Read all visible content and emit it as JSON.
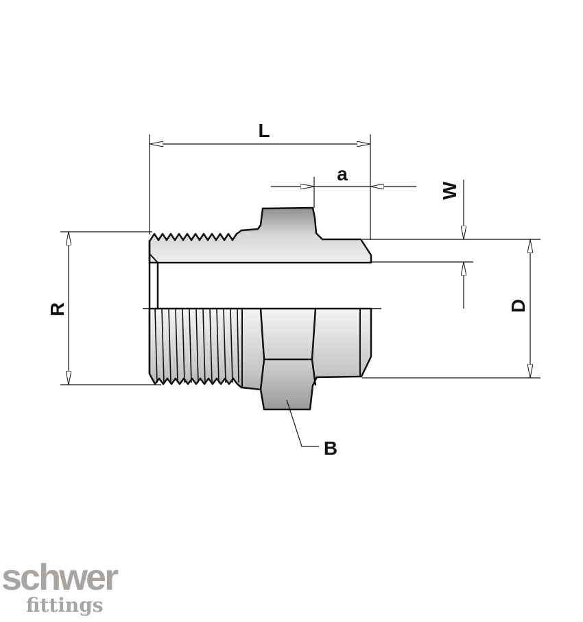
{
  "drawing": {
    "labels": {
      "L": "L",
      "a": "a",
      "W": "W",
      "D": "D",
      "R": "R",
      "B": "B"
    }
  },
  "logo": {
    "line1": "schwer",
    "line2": "fittings"
  },
  "colors": {
    "line": "#111111",
    "body_light": "#f2f2f2",
    "body_dark": "#a8a8a8",
    "logo": "#a9a5a3"
  }
}
